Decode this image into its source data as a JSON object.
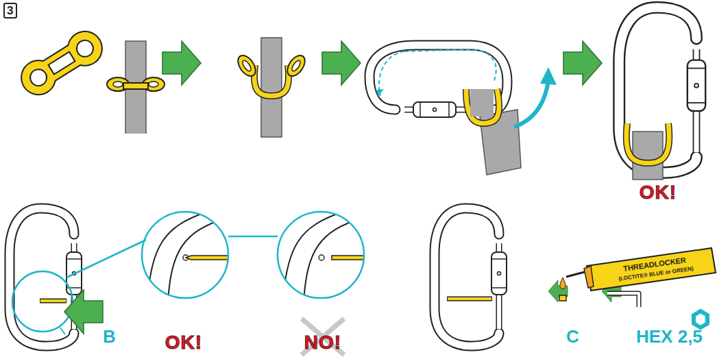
{
  "diagram": {
    "nodes": [
      {
        "text": [
          "3"
        ]
      }
    ],
    "labels": [
      "OK!",
      "B",
      "OK!",
      "NO!",
      "THREADLOCKER",
      "(LOCTITE® BLUE or GREEN)",
      "C",
      "HEX 2,5"
    ]
  }
}
